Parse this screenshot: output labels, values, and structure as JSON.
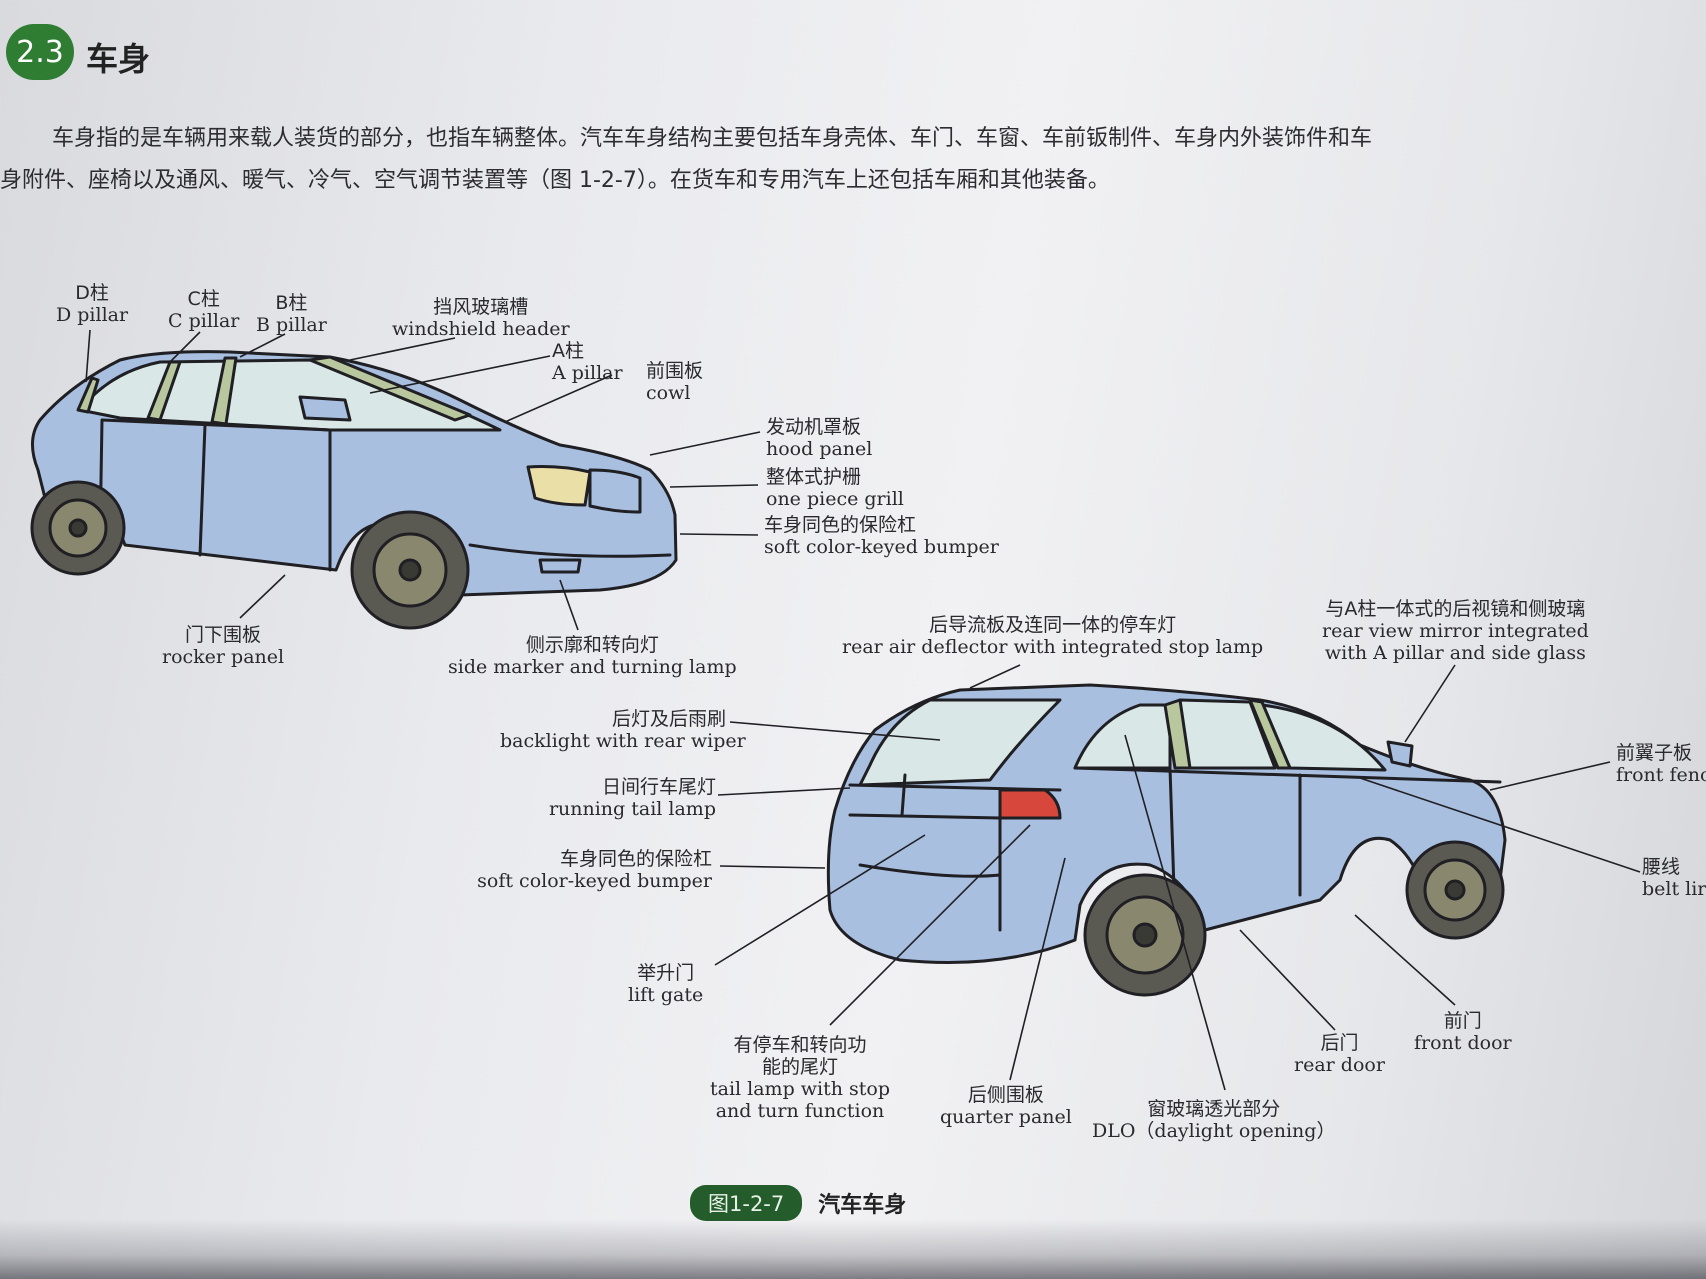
{
  "section": {
    "number": "2.3",
    "title": "车身"
  },
  "paragraph": {
    "line1": "车身指的是车辆用来载人装货的部分，也指车辆整体。汽车车身结构主要包括车身壳体、车门、车窗、车前钣制件、车身内外装饰件和车",
    "line2": "身附件、座椅以及通风、暖气、冷气、空气调节装置等（图 1-2-7）。在货车和专用汽车上还包括车厢和其他装备。"
  },
  "front_car_labels": {
    "d_pillar": {
      "zh": "D柱",
      "en": "D pillar"
    },
    "c_pillar": {
      "zh": "C柱",
      "en": "C pillar"
    },
    "b_pillar": {
      "zh": "B柱",
      "en": "B pillar"
    },
    "windshield_header": {
      "zh": "挡风玻璃槽",
      "en": "windshield header"
    },
    "a_pillar": {
      "zh": "A柱",
      "en": "A pillar"
    },
    "cowl": {
      "zh": "前围板",
      "en": "cowl"
    },
    "hood_panel": {
      "zh": "发动机罩板",
      "en": "hood panel"
    },
    "grill": {
      "zh": "整体式护栅",
      "en": "one piece grill"
    },
    "bumper": {
      "zh": "车身同色的保险杠",
      "en": "soft color-keyed bumper"
    },
    "rocker_panel": {
      "zh": "门下围板",
      "en": "rocker panel"
    },
    "side_marker": {
      "zh": "侧示廓和转向灯",
      "en": "side marker and turning lamp"
    }
  },
  "rear_car_labels": {
    "air_deflector": {
      "zh": "后导流板及连同一体的停车灯",
      "en": "rear air deflector with integrated stop lamp"
    },
    "mirror": {
      "zh": "与A柱一体式的后视镜和侧玻璃",
      "en1": "rear view mirror integrated",
      "en2": "with A pillar and side glass"
    },
    "backlight": {
      "zh": "后灯及后雨刷",
      "en": "backlight with rear wiper"
    },
    "running_tail": {
      "zh": "日间行车尾灯",
      "en": "running tail lamp"
    },
    "bumper": {
      "zh": "车身同色的保险杠",
      "en": "soft color-keyed bumper"
    },
    "lift_gate": {
      "zh": "举升门",
      "en": "lift gate"
    },
    "tail_lamp": {
      "zh1": "有停车和转向功",
      "zh2": "能的尾灯",
      "en1": "tail lamp with stop",
      "en2": "and turn function"
    },
    "quarter_panel": {
      "zh": "后侧围板",
      "en": "quarter panel"
    },
    "dlo": {
      "zh": "窗玻璃透光部分",
      "en": "DLO（daylight opening）"
    },
    "rear_door": {
      "zh": "后门",
      "en": "rear door"
    },
    "front_door": {
      "zh": "前门",
      "en": "front door"
    },
    "front_fender": {
      "zh": "前翼子板",
      "en": "front fenc"
    },
    "belt_line": {
      "zh": "腰线",
      "en": "belt lir"
    }
  },
  "caption": {
    "tag": "图1-2-7",
    "title": "汽车车身"
  },
  "colors": {
    "body": "#a9bfdf",
    "glass": "#d9e8e6",
    "pillar": "#b9c79e",
    "tire": "#5b5a52",
    "rim": "#8a876f",
    "headlamp": "#eadfa6",
    "taillamp": "#d8473c",
    "green": "#2e7d32"
  }
}
